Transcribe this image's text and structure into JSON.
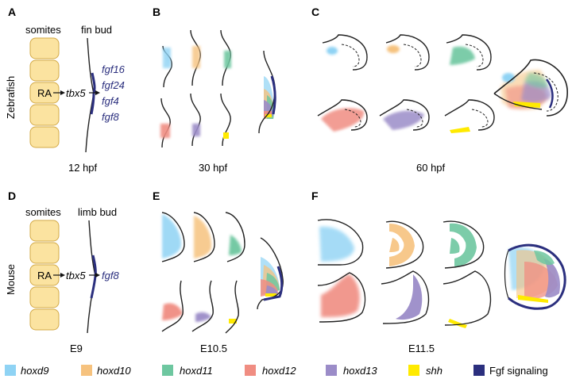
{
  "panels": [
    "A",
    "B",
    "C",
    "D",
    "E",
    "F"
  ],
  "rows": {
    "top": "Zebrafish",
    "bottom": "Mouse"
  },
  "panel_a": {
    "somites": "somites",
    "bud": "fin bud",
    "ra": "RA",
    "tbx": "tbx5",
    "genes": [
      "fgf16",
      "fgf24",
      "fgf4",
      "fgf8"
    ],
    "stage": "12 hpf"
  },
  "panel_b": {
    "stage": "30 hpf"
  },
  "panel_c": {
    "stage": "60 hpf"
  },
  "panel_d": {
    "somites": "somites",
    "bud": "limb bud",
    "ra": "RA",
    "tbx": "tbx5",
    "genes": [
      "fgf8"
    ],
    "stage": "E9"
  },
  "panel_e": {
    "stage": "E10.5"
  },
  "panel_f": {
    "stage": "E11.5"
  },
  "colors": {
    "hoxd9": "#8fd3f4",
    "hoxd10": "#f6c27e",
    "hoxd11": "#6ec7a0",
    "hoxd12": "#f08d82",
    "hoxd13": "#9b8cc8",
    "shh": "#ffea00",
    "fgf": "#2b2f7e",
    "somite": "#fbe3a0",
    "somite_edge": "#d3a945"
  },
  "legend": [
    {
      "label": "hoxd9",
      "color": "#8fd3f4",
      "italic": true
    },
    {
      "label": "hoxd10",
      "color": "#f6c27e",
      "italic": true
    },
    {
      "label": "hoxd11",
      "color": "#6ec7a0",
      "italic": true
    },
    {
      "label": "hoxd12",
      "color": "#f08d82",
      "italic": true
    },
    {
      "label": "hoxd13",
      "color": "#9b8cc8",
      "italic": true
    },
    {
      "label": "shh",
      "color": "#ffea00",
      "italic": true
    },
    {
      "label": "Fgf signaling",
      "color": "#2b2f7e",
      "italic": false
    }
  ]
}
